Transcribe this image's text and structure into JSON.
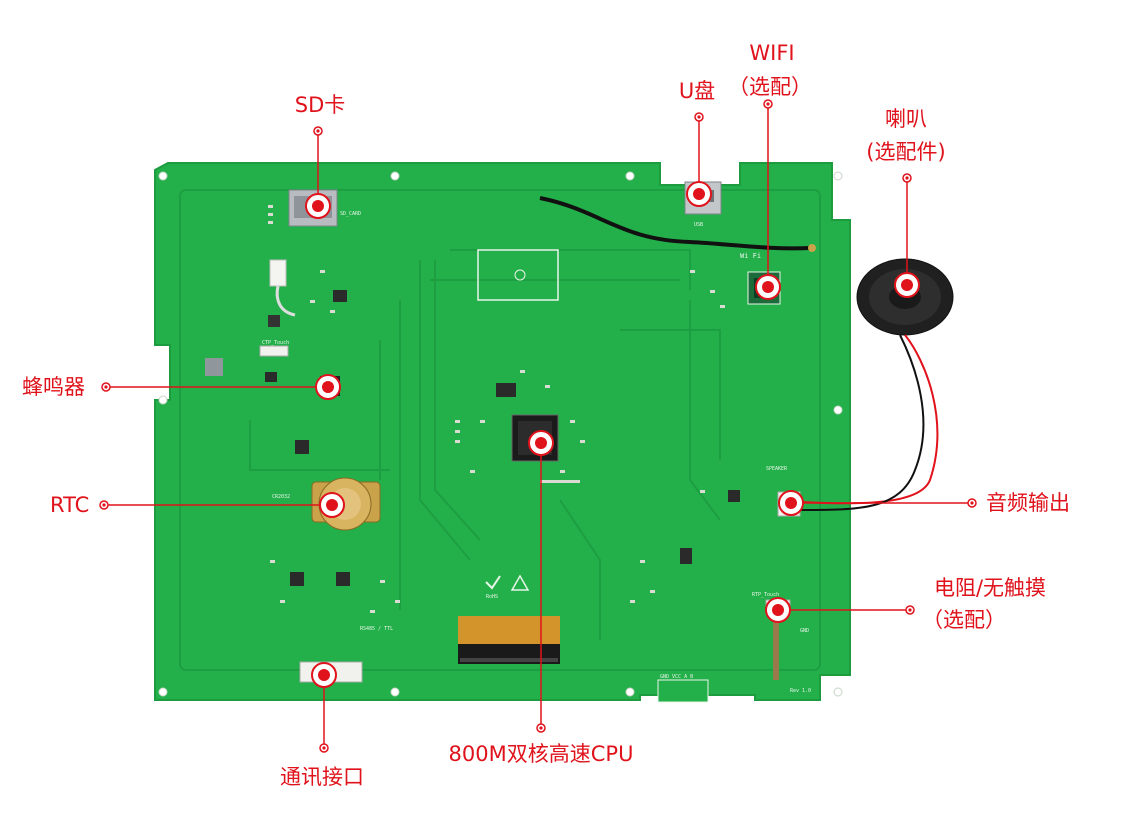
{
  "labels": {
    "sd_card": "SD卡",
    "usb_disk": "U盘",
    "wifi_line1": "WIFI",
    "wifi_line2": "（选配）",
    "speaker_line1": "喇叭",
    "speaker_line2": "(选配件)",
    "buzzer": "蜂鸣器",
    "rtc": "RTC",
    "audio_out": "音频输出",
    "touch_line1": "电阻/无触摸",
    "touch_line2": "（选配）",
    "comm_port": "通讯接口",
    "cpu": "800M双核高速CPU"
  },
  "silkscreen": {
    "sd_card": "SD_CARD",
    "ctp": "CTP_Touch",
    "cr2032": "CR2032",
    "speaker": "SPEAKER",
    "rtp": "RTP_Touch",
    "power_pins": "GND VCC A  B",
    "rev": "Rev 1.0",
    "uart": "RS485 / TTL",
    "gnd": "GND",
    "wifi_logo": "Wi Fi",
    "rohs": "RoHS",
    "usb": "USB"
  },
  "colors": {
    "board": "#23b04a",
    "board_edge": "#1d9c3f",
    "trace": "#1e9e42",
    "callout": "#e0121b"
  }
}
